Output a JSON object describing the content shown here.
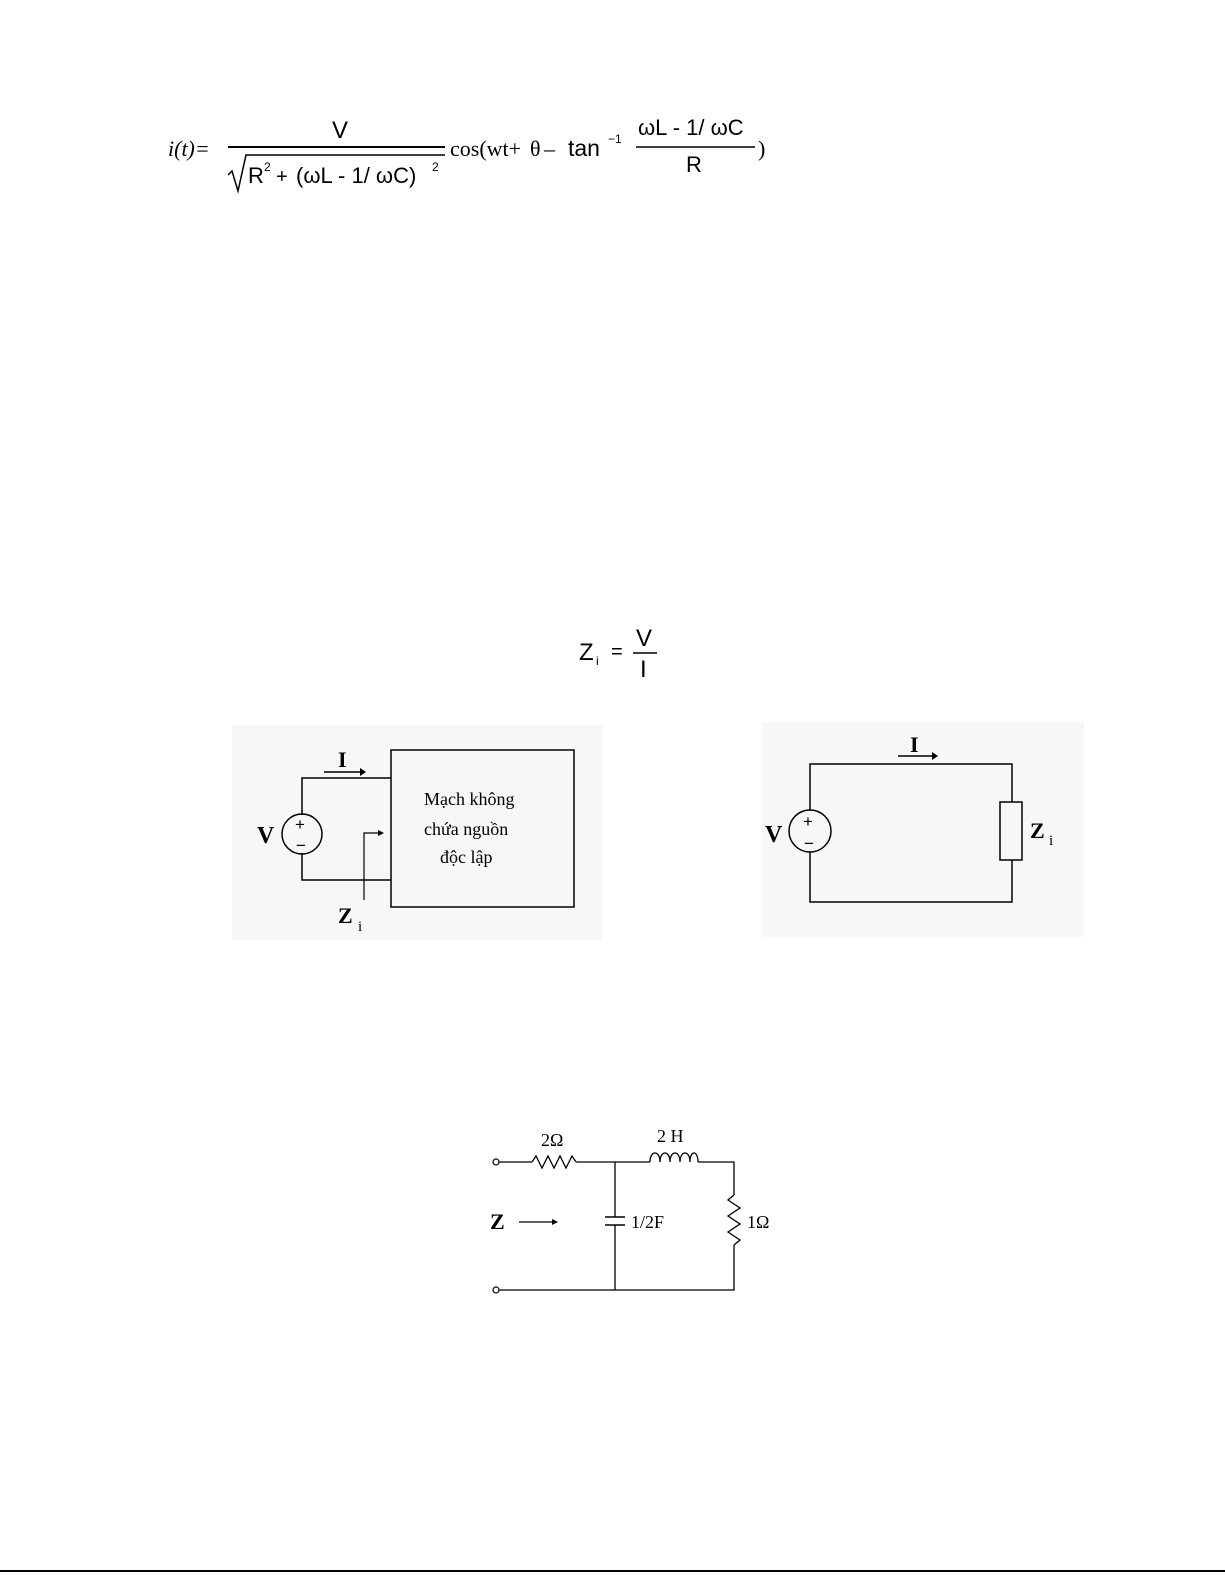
{
  "formula_current": {
    "lhs": "i(t)=",
    "numerator": "V",
    "den_r": "R",
    "den_sq": "2",
    "den_plus": "+",
    "den_paren": "(ωL - 1/ ωC)",
    "cos_text": "cos(wt+",
    "theta": "θ",
    "minus": "–",
    "tan": "tan",
    "tan_exp": "−1",
    "frac_num": "ωL - 1/ ωC",
    "frac_den": "R",
    "close": ")"
  },
  "formula_impedance": {
    "lhs": "Z",
    "sub": "i",
    "eq": "=",
    "num": "V",
    "den": "I"
  },
  "figure_left": {
    "source_label": "V",
    "plus": "+",
    "minus": "−",
    "current_label": "I",
    "box_text": [
      "Mạch không",
      "chứa nguồn",
      "độc lập"
    ],
    "z_label": "Z",
    "z_sub": "i"
  },
  "figure_right": {
    "source_label": "V",
    "plus": "+",
    "minus": "−",
    "current_label": "I",
    "z_label": "Z",
    "z_sub": "i"
  },
  "figure_circuit": {
    "r1": "2Ω",
    "l1": "2 H",
    "c1": "1/2F",
    "r2": "1Ω",
    "z_label": "Z"
  }
}
